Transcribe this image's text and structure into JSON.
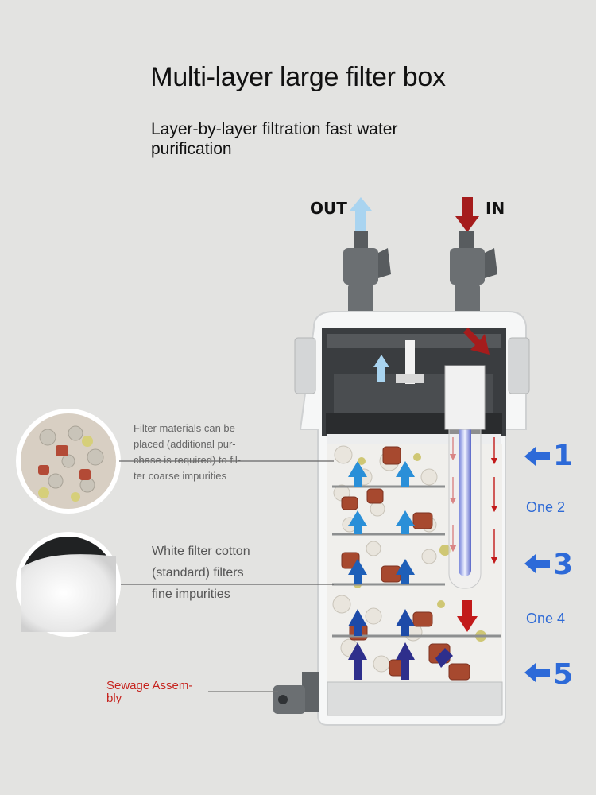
{
  "title": "Multi-layer large filter box",
  "subtitle": "Layer-by-layer filtration fast water purification",
  "ports": {
    "out": "OUT",
    "in": "IN"
  },
  "layers": [
    {
      "label": "1",
      "style": "num"
    },
    {
      "label": "One 2",
      "style": "text"
    },
    {
      "label": "3",
      "style": "num"
    },
    {
      "label": "One 4",
      "style": "text"
    },
    {
      "label": "5",
      "style": "num"
    }
  ],
  "callouts": {
    "filter_materials": "Filter materials can be placed (additional pur- chase is required) to fil- ter coarse impurities",
    "cotton": "White filter cotton (standard) filters fine impurities",
    "sewage": "Sewage Assem- bly"
  },
  "colors": {
    "layer_blue": "#2d6ad8",
    "in_arrow": "#a51c1c",
    "out_arrow": "#a9d4f0",
    "sewage_red": "#c6241f"
  }
}
